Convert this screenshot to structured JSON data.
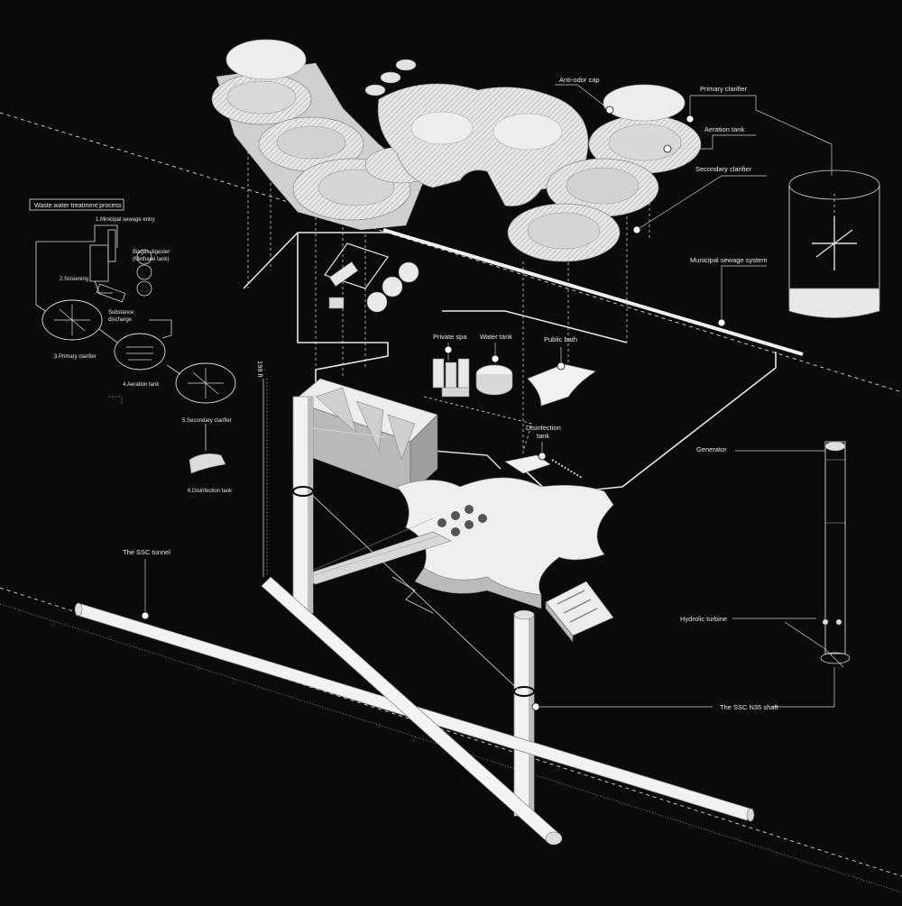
{
  "labels": {
    "anti_odor_cap": "Anti-odor cap",
    "primary_clarifier": "Primary clarifier",
    "aeration_tank": "Aeration tank",
    "secondary_clarifier": "Secondary clarifier",
    "municipal_sewage_system": "Municipal sewage system",
    "private_spa": "Private spa",
    "water_tank": "Water tank",
    "public_bath": "Public bath",
    "disinfection_tank_l1": "Disinfection",
    "disinfection_tank_l2": "tank",
    "generator": "Generator",
    "hydrolic_turbine": "Hydrolic turbine",
    "ssc_tunnel": "The SSC tunnel",
    "ssc_shaft": "The SSC N35 shaft",
    "depth": "198 ft"
  },
  "legend": {
    "title": "Waste water treatment process",
    "steps": {
      "s1": "1.Minicipal sewage entry",
      "s2": "2.Screening",
      "s3": "3.Primary clarifier",
      "s4": "4.Aeration tank",
      "s5": "5.Secondary clarifier",
      "s6": "6.Disinfection tank"
    },
    "biogas_l1": "Biogas digester",
    "biogas_l2": "(Methane tank)",
    "substance_l1": "Substance",
    "substance_l2": "discharge"
  },
  "colors": {
    "background": "#0a0a0a",
    "model": "#efefef",
    "line": "#e6e6e6"
  }
}
